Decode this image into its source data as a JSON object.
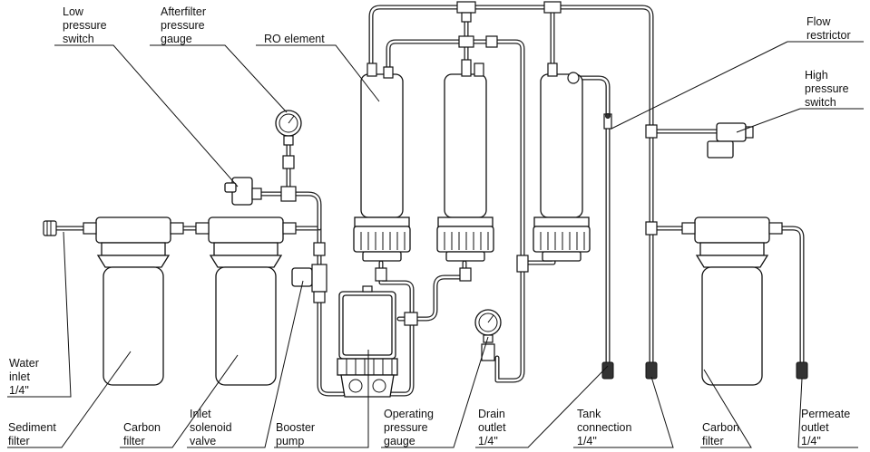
{
  "labels": {
    "low_pressure_switch": [
      "Low",
      "pressure",
      "switch"
    ],
    "afterfilter_pressure_gauge": [
      "Afterfilter",
      "pressure",
      "gauge"
    ],
    "ro_element": [
      "RO element"
    ],
    "flow_restrictor": [
      "Flow",
      "restrictor"
    ],
    "high_pressure_switch": [
      "High",
      "pressure",
      "switch"
    ],
    "water_inlet": [
      "Water",
      "inlet",
      "1/4\""
    ],
    "sediment_filter": [
      "Sediment",
      "filter"
    ],
    "carbon_filter_1": [
      "Carbon",
      "filter"
    ],
    "inlet_solenoid_valve": [
      "Inlet",
      "solenoid",
      "valve"
    ],
    "booster_pump": [
      "Booster",
      "pump"
    ],
    "operating_pressure_gauge": [
      "Operating",
      "pressure",
      "gauge"
    ],
    "drain_outlet": [
      "Drain",
      "outlet",
      "1/4\""
    ],
    "tank_connection": [
      "Tank",
      "connection",
      "1/4\""
    ],
    "carbon_filter_2": [
      "Carbon",
      "filter"
    ],
    "permeate_outlet": [
      "Permeate",
      "outlet",
      "1/4\""
    ]
  }
}
